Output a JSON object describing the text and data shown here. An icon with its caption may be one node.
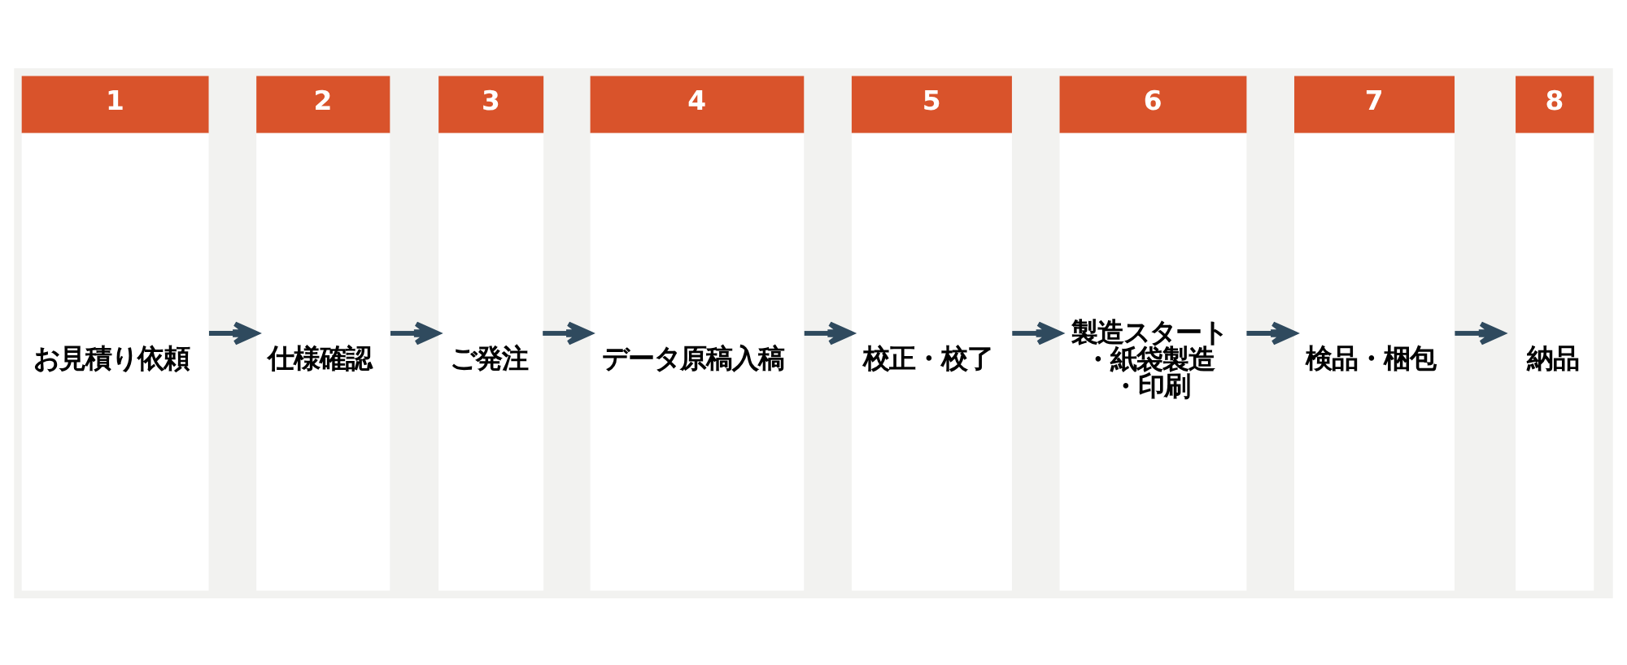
{
  "diagram": {
    "nodes": [
      {
        "text": [
          "1",
          "お見積り依頼"
        ]
      },
      {
        "text": [
          "2",
          "仕様確認"
        ]
      },
      {
        "text": [
          "3",
          "ご発注"
        ]
      },
      {
        "text": [
          "4",
          "データ原稿入稿"
        ]
      },
      {
        "text": [
          "5",
          "校正・校了"
        ]
      },
      {
        "text": [
          "6",
          "製造スタート",
          "・紙袋製造",
          "・印刷"
        ]
      },
      {
        "text": [
          "7",
          "検品・梱包"
        ]
      },
      {
        "text": [
          "8",
          "納品"
        ]
      }
    ],
    "edges": [
      {
        "from": 0,
        "to": 1,
        "arrow": "to"
      },
      {
        "from": 1,
        "to": 2,
        "arrow": "to"
      },
      {
        "from": 2,
        "to": 3,
        "arrow": "to"
      },
      {
        "from": 3,
        "to": 4,
        "arrow": "to"
      },
      {
        "from": 4,
        "to": 5,
        "arrow": "to"
      },
      {
        "from": 5,
        "to": 6,
        "arrow": "to"
      },
      {
        "from": 6,
        "to": 7,
        "arrow": "to"
      }
    ]
  }
}
